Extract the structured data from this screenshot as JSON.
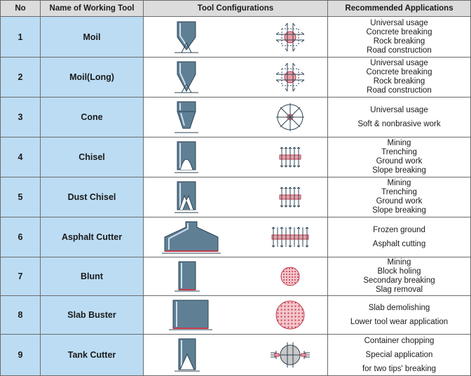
{
  "header": {
    "no": "No",
    "name": "Name of Working Tool",
    "config": "Tool Configurations",
    "applications": "Recommended Applications"
  },
  "rows": [
    {
      "no": "1",
      "name": "Moil",
      "tool_icon": "moil-tool-icon",
      "pattern_icon": "radial-force-icon",
      "applications": [
        "Universal usage",
        "Concrete breaking",
        "Rock breaking",
        "Road construction"
      ]
    },
    {
      "no": "2",
      "name": "Moil(Long)",
      "tool_icon": "long-moil-tool-icon",
      "pattern_icon": "radial-force-icon",
      "applications": [
        "Universal usage",
        "Concrete breaking",
        "Rock breaking",
        "Road construction"
      ]
    },
    {
      "no": "3",
      "name": "Cone",
      "tool_icon": "cone-tool-icon",
      "pattern_icon": "starburst-force-icon",
      "applications": [
        "Universal usage",
        "Soft & nonbrasive work"
      ]
    },
    {
      "no": "4",
      "name": "Chisel",
      "tool_icon": "chisel-tool-icon",
      "pattern_icon": "vertical-split-force-icon",
      "applications": [
        "Mining",
        "Trenching",
        "Ground work",
        "Slope breaking"
      ]
    },
    {
      "no": "5",
      "name": "Dust Chisel",
      "tool_icon": "dust-chisel-tool-icon",
      "pattern_icon": "vertical-split-force-icon",
      "applications": [
        "Mining",
        "Trenching",
        "Ground work",
        "Slope breaking"
      ]
    },
    {
      "no": "6",
      "name": "Asphalt Cutter",
      "tool_icon": "asphalt-cutter-tool-icon",
      "pattern_icon": "wide-split-force-icon",
      "applications": [
        "Frozen ground",
        "Asphalt cutting"
      ]
    },
    {
      "no": "7",
      "name": "Blunt",
      "tool_icon": "blunt-tool-icon",
      "pattern_icon": "dotted-circle-icon",
      "applications": [
        "Mining",
        "Block holing",
        "Secondary breaking",
        "Slag removal"
      ]
    },
    {
      "no": "8",
      "name": "Slab Buster",
      "tool_icon": "slab-buster-tool-icon",
      "pattern_icon": "large-dotted-circle-icon",
      "applications": [
        "Slab demolishing",
        "Lower tool wear application"
      ]
    },
    {
      "no": "9",
      "name": "Tank Cutter",
      "tool_icon": "tank-cutter-tool-icon",
      "pattern_icon": "twin-tip-force-icon",
      "applications": [
        "Container chopping",
        "Special application",
        "for two tips' breaking"
      ]
    }
  ],
  "colors": {
    "header_bg": "#dcdcdc",
    "name_bg": "#bcdcf4",
    "steel": "#5f7f95",
    "pattern_red": "#e35a6a"
  }
}
